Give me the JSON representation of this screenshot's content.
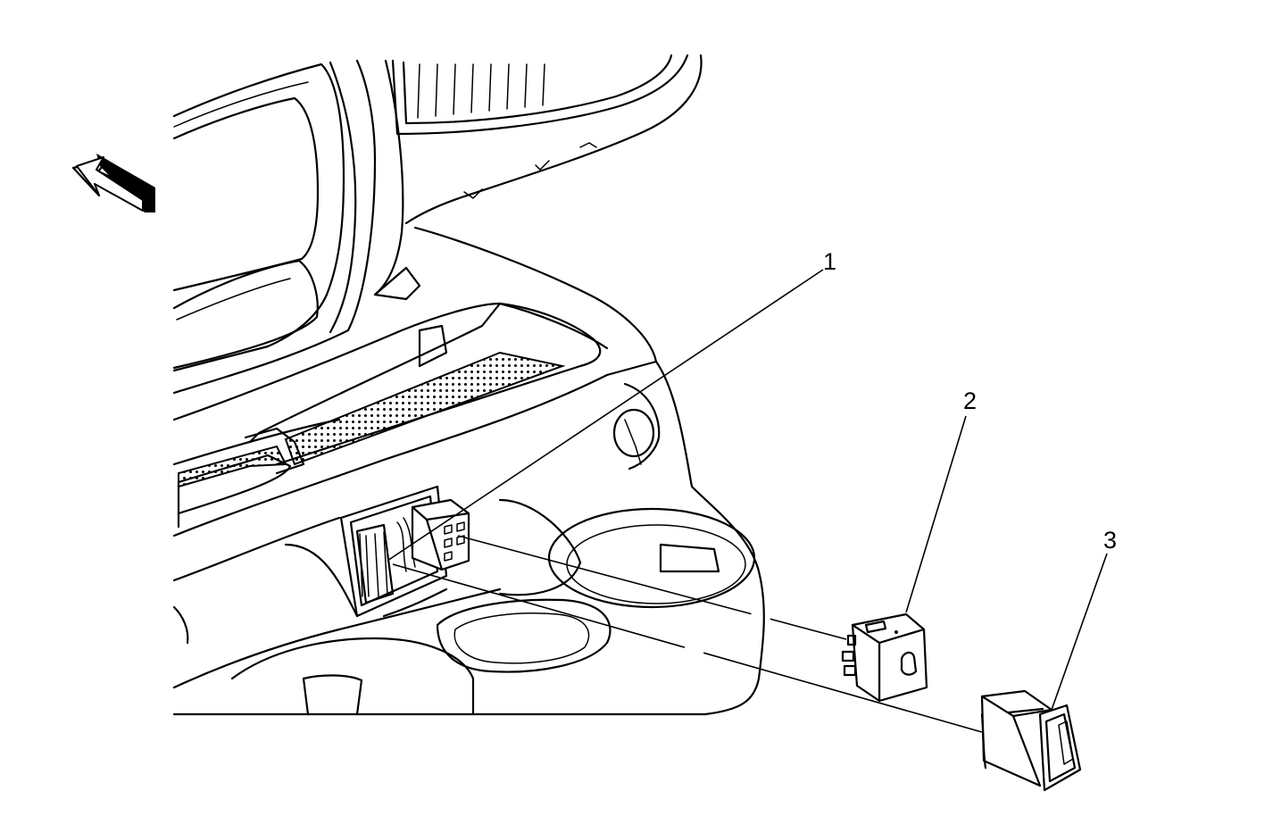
{
  "callouts": [
    {
      "label": "1"
    },
    {
      "label": "2"
    },
    {
      "label": "3"
    }
  ],
  "colors": {
    "ink": "#000000",
    "paper": "#ffffff"
  }
}
